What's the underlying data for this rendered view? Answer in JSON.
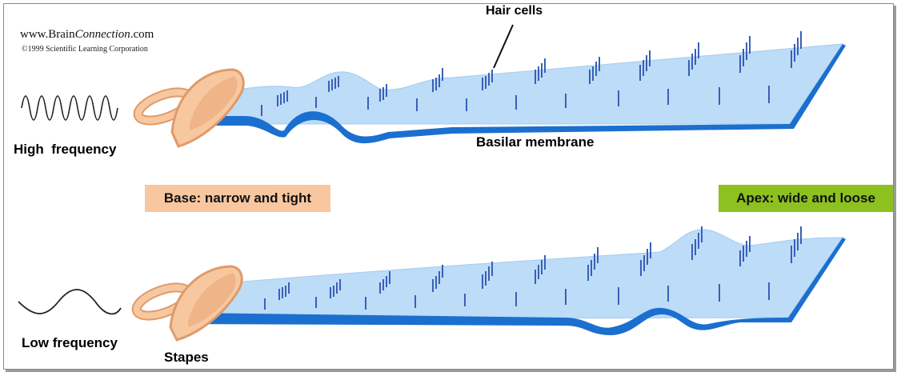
{
  "credit": {
    "site_prefix": "www.Brain",
    "site_italic": "Connection",
    "site_suffix": ".com",
    "copyright": "©1999 Scientific Learning Corporation"
  },
  "labels": {
    "hair_cells": "Hair cells",
    "basilar_membrane": "Basilar membrane",
    "high_frequency": "High  frequency",
    "low_frequency": "Low frequency",
    "stapes": "Stapes"
  },
  "boxes": {
    "base": "Base: narrow and tight",
    "apex": "Apex: wide and loose"
  },
  "colors": {
    "membrane_fill": "#bcdcf7",
    "membrane_edge": "#1b6fcf",
    "hair_cell": "#3a5fb8",
    "stapes_fill": "#f7c8a0",
    "stapes_edge": "#e09a6a",
    "base_box": "#f9c79f",
    "apex_box": "#8cc11f"
  }
}
